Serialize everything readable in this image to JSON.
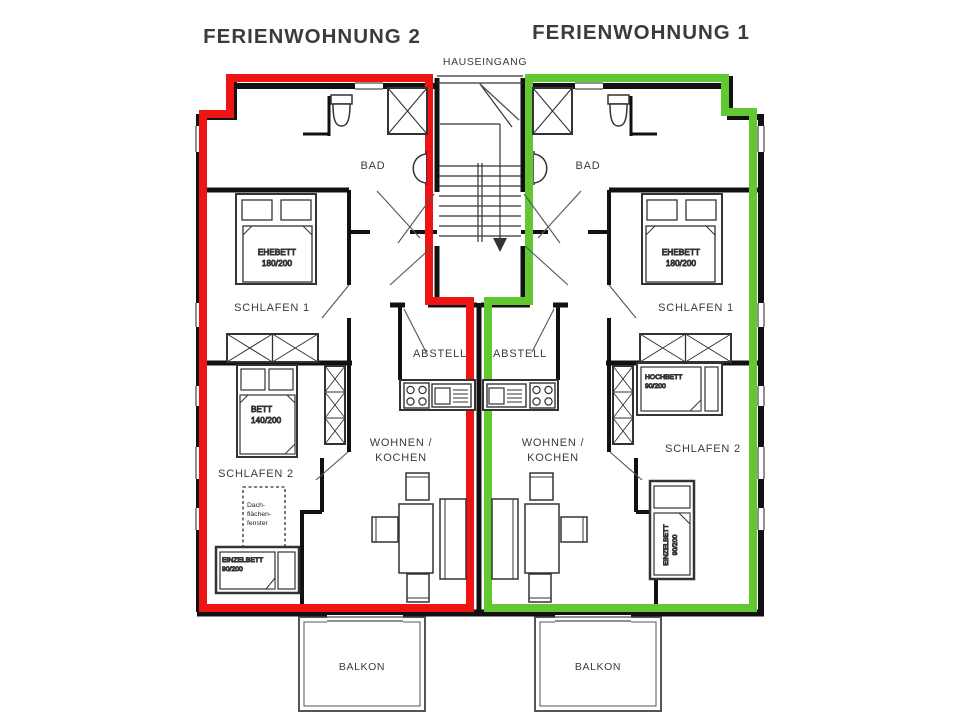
{
  "header": {
    "apartment2_title": "FERIENWOHNUNG 2",
    "apartment1_title": "FERIENWOHNUNG 1",
    "entrance_label": "HAUSEINGANG"
  },
  "colors": {
    "apartment2_outline": "#ee1414",
    "apartment1_outline": "#62c832",
    "apartment2_title": "#c24458",
    "apartment1_title": "#6cc83e",
    "wall": "#111111",
    "label": "#3b3b3b"
  },
  "apartment2": {
    "rooms": {
      "bathroom": "BAD",
      "bedroom1": "SCHLAFEN 1",
      "bedroom2": "SCHLAFEN 2",
      "storage": "ABSTELL",
      "living_line1": "WOHNEN /",
      "living_line2": "KOCHEN",
      "balcony": "BALKON"
    },
    "furniture": {
      "double_bed_line1": "EHEBETT",
      "double_bed_line2": "180/200",
      "bed_line1": "BETT",
      "bed_line2": "140/200",
      "single_bed_line1": "EINZELBETT",
      "single_bed_line2": "90/200",
      "roof_window_line1": "Dach-",
      "roof_window_line2": "flächen-",
      "roof_window_line3": "fenster"
    }
  },
  "apartment1": {
    "rooms": {
      "bathroom": "BAD",
      "bedroom1": "SCHLAFEN 1",
      "bedroom2": "SCHLAFEN 2",
      "storage": "ABSTELL",
      "living_line1": "WOHNEN /",
      "living_line2": "KOCHEN",
      "balcony": "BALKON"
    },
    "furniture": {
      "double_bed_line1": "EHEBETT",
      "double_bed_line2": "180/200",
      "loft_bed_line1": "HOCHBETT",
      "loft_bed_line2": "90/200",
      "single_bed_line1": "EINZELBETT",
      "single_bed_line2": "90/200"
    }
  }
}
